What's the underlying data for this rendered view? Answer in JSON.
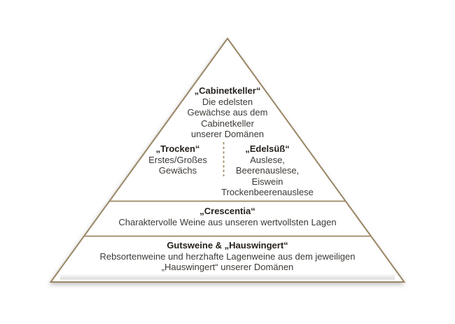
{
  "diagram": {
    "title_hint": "wine-classification-pyramid",
    "levels": [
      {
        "heading": "„Cabinetkeller“",
        "lines": [
          "Die edelsten",
          "Gewächse aus dem",
          "Cabinetkeller",
          "unserer Domänen"
        ]
      },
      {
        "columns": [
          {
            "heading": "„Trocken“",
            "lines": [
              "Erstes/Großes",
              "Gewächs"
            ]
          },
          {
            "heading": "„Edelsüß“",
            "lines": [
              "Auslese,",
              "Beerenauslese,",
              "Eiswein",
              "Trockenbeerenauslese"
            ]
          }
        ]
      },
      {
        "heading": "„Crescentia“",
        "lines": [
          "Charaktervolle Weine aus unseren wertvollsten Lagen"
        ]
      },
      {
        "heading": "Gutsweine & „Hauswingert“",
        "lines": [
          "Rebsortenweine und herzhafte Lagenweine aus dem jeweiligen",
          "„Hauswingert“ unserer Domänen"
        ]
      }
    ]
  },
  "colors": {
    "outline": "#9b8766",
    "dash": "#a7936f",
    "heading": "#26211c",
    "body": "#3d3935",
    "bg": "#ffffff"
  }
}
